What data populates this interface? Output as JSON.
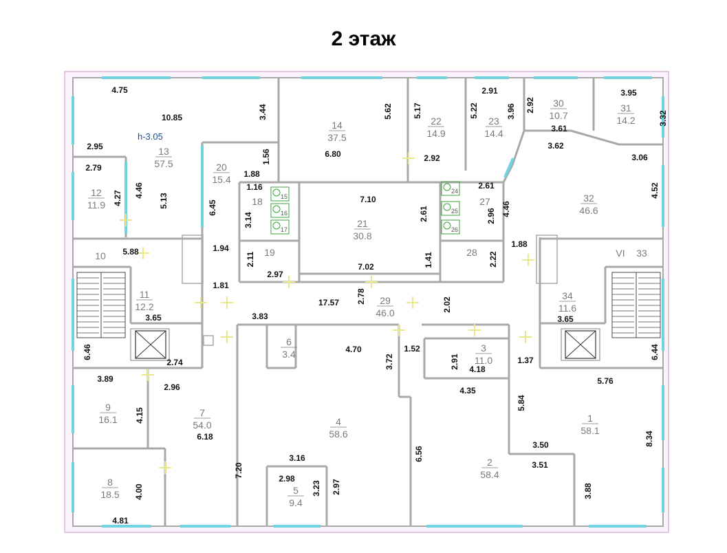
{
  "title": "2 этаж",
  "height_note": "h-3.05",
  "colors": {
    "wall": "#a8a8a8",
    "window": "#6fd3e0",
    "door": "#e8e88a",
    "outer_fill": "#fbf3fb",
    "outer_stroke": "#d8b6d8",
    "room_number": "#7a7a7a",
    "dimension": "#111111",
    "note": "#1f4e9a",
    "fixture": "#3aa03a"
  },
  "rooms": [
    {
      "num": "1",
      "area": "58.1"
    },
    {
      "num": "2",
      "area": "58.4"
    },
    {
      "num": "3",
      "area": "11.0"
    },
    {
      "num": "4",
      "area": "58.6"
    },
    {
      "num": "5",
      "area": "9.4"
    },
    {
      "num": "6",
      "area": "3.4"
    },
    {
      "num": "7",
      "area": "54.0"
    },
    {
      "num": "8",
      "area": "18.5"
    },
    {
      "num": "9",
      "area": "16.1"
    },
    {
      "num": "10",
      "area": ""
    },
    {
      "num": "11",
      "area": "12.2"
    },
    {
      "num": "12",
      "area": "11.9"
    },
    {
      "num": "13",
      "area": "57.5"
    },
    {
      "num": "14",
      "area": "37.5"
    },
    {
      "num": "18",
      "area": ""
    },
    {
      "num": "19",
      "area": ""
    },
    {
      "num": "20",
      "area": "15.4"
    },
    {
      "num": "21",
      "area": "30.8"
    },
    {
      "num": "22",
      "area": "14.9"
    },
    {
      "num": "23",
      "area": "14.4"
    },
    {
      "num": "27",
      "area": ""
    },
    {
      "num": "28",
      "area": ""
    },
    {
      "num": "29",
      "area": "46.0"
    },
    {
      "num": "30",
      "area": "10.7"
    },
    {
      "num": "31",
      "area": "14.2"
    },
    {
      "num": "32",
      "area": "46.6"
    },
    {
      "num": "33",
      "area": ""
    },
    {
      "num": "34",
      "area": "11.6"
    },
    {
      "num": "VI",
      "area": ""
    }
  ],
  "fixtures": [
    "15",
    "16",
    "17",
    "24",
    "25",
    "26"
  ],
  "dimensions": [
    "4.75",
    "10.85",
    "3.44",
    "2.95",
    "2.79",
    "4.27",
    "4.46",
    "5.13",
    "1.56",
    "1.88",
    "6.45",
    "1.16",
    "3.14",
    "1.94",
    "5.88",
    "2.11",
    "2.97",
    "1.81",
    "7.10",
    "2.61",
    "7.02",
    "1.41",
    "2.61",
    "2.96",
    "4.46",
    "2.22",
    "1.88",
    "5.62",
    "6.80",
    "5.17",
    "2.92",
    "2.91",
    "5.22",
    "3.96",
    "2.92",
    "3.61",
    "3.62",
    "3.95",
    "3.32",
    "3.06",
    "4.52",
    "17.57",
    "2.78",
    "2.02",
    "3.65",
    "3.83",
    "3.65",
    "6.46",
    "2.74",
    "4.70",
    "1.52",
    "3.72",
    "2.91",
    "4.18",
    "1.37",
    "6.44",
    "3.89",
    "2.96",
    "4.15",
    "6.18",
    "4.35",
    "5.76",
    "5.84",
    "7.20",
    "3.16",
    "6.56",
    "3.50",
    "3.51",
    "8.34",
    "2.98",
    "3.23",
    "2.97",
    "4.00",
    "3.88",
    "4.81"
  ]
}
